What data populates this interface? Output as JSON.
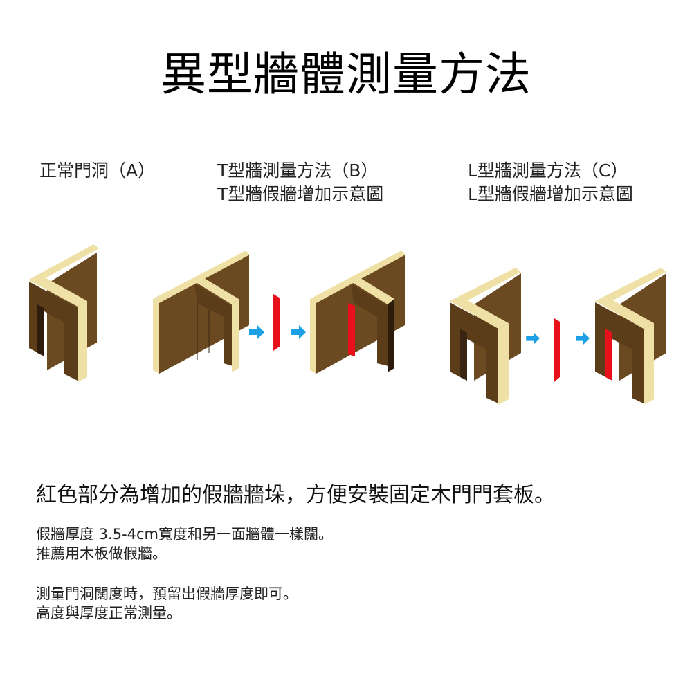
{
  "title": "異型牆體測量方法",
  "sections": [
    {
      "id": "A",
      "lines": [
        "正常門洞（A）"
      ]
    },
    {
      "id": "B",
      "lines": [
        "T型牆測量方法（B）",
        "T型牆假牆增加示意圖"
      ]
    },
    {
      "id": "C",
      "lines": [
        "L型牆測量方法（C）",
        "L型牆假牆增加示意圖"
      ]
    }
  ],
  "diagram": {
    "colors": {
      "wall_face": "#6b4a22",
      "wall_dark": "#3a2412",
      "wall_edge": "#efe0a6",
      "fake_wall": "#e8101a",
      "arrow": "#1ea0e6"
    },
    "items": [
      "normal-door-opening",
      "t-wall-before",
      "fake-wall-piece",
      "t-wall-after",
      "l-wall-before",
      "fake-wall-piece",
      "l-wall-after"
    ]
  },
  "notes": {
    "main": "紅色部分為增加的假牆牆垛，方便安裝固定木門門套板。",
    "lines": [
      "假牆厚度 3.5-4cm寬度和另一面牆體一樣闊。",
      "推薦用木板做假牆。",
      "測量門洞闊度時，預留出假牆厚度即可。",
      "高度與厚度正常測量。"
    ]
  }
}
